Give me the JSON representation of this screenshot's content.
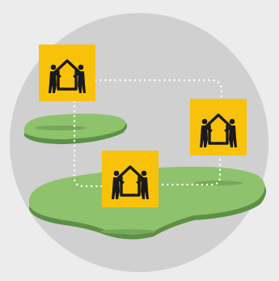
{
  "colors": {
    "background": "#ececec",
    "circle": "#d0d0d0",
    "island_fill": "#8fc26c",
    "island_edge": "#5e8f47",
    "island_shadow": "#77a75a",
    "tile_fill": "#f8c20b",
    "icon_stroke": "#1a1a1a",
    "link_dots": "#ffffff"
  },
  "icons": {
    "house_logo": "house-with-people-icon"
  },
  "tiles": [
    {
      "id": "tile-a",
      "icon": "house-with-people-icon"
    },
    {
      "id": "tile-b",
      "icon": "house-with-people-icon"
    },
    {
      "id": "tile-c",
      "icon": "house-with-people-icon"
    }
  ]
}
